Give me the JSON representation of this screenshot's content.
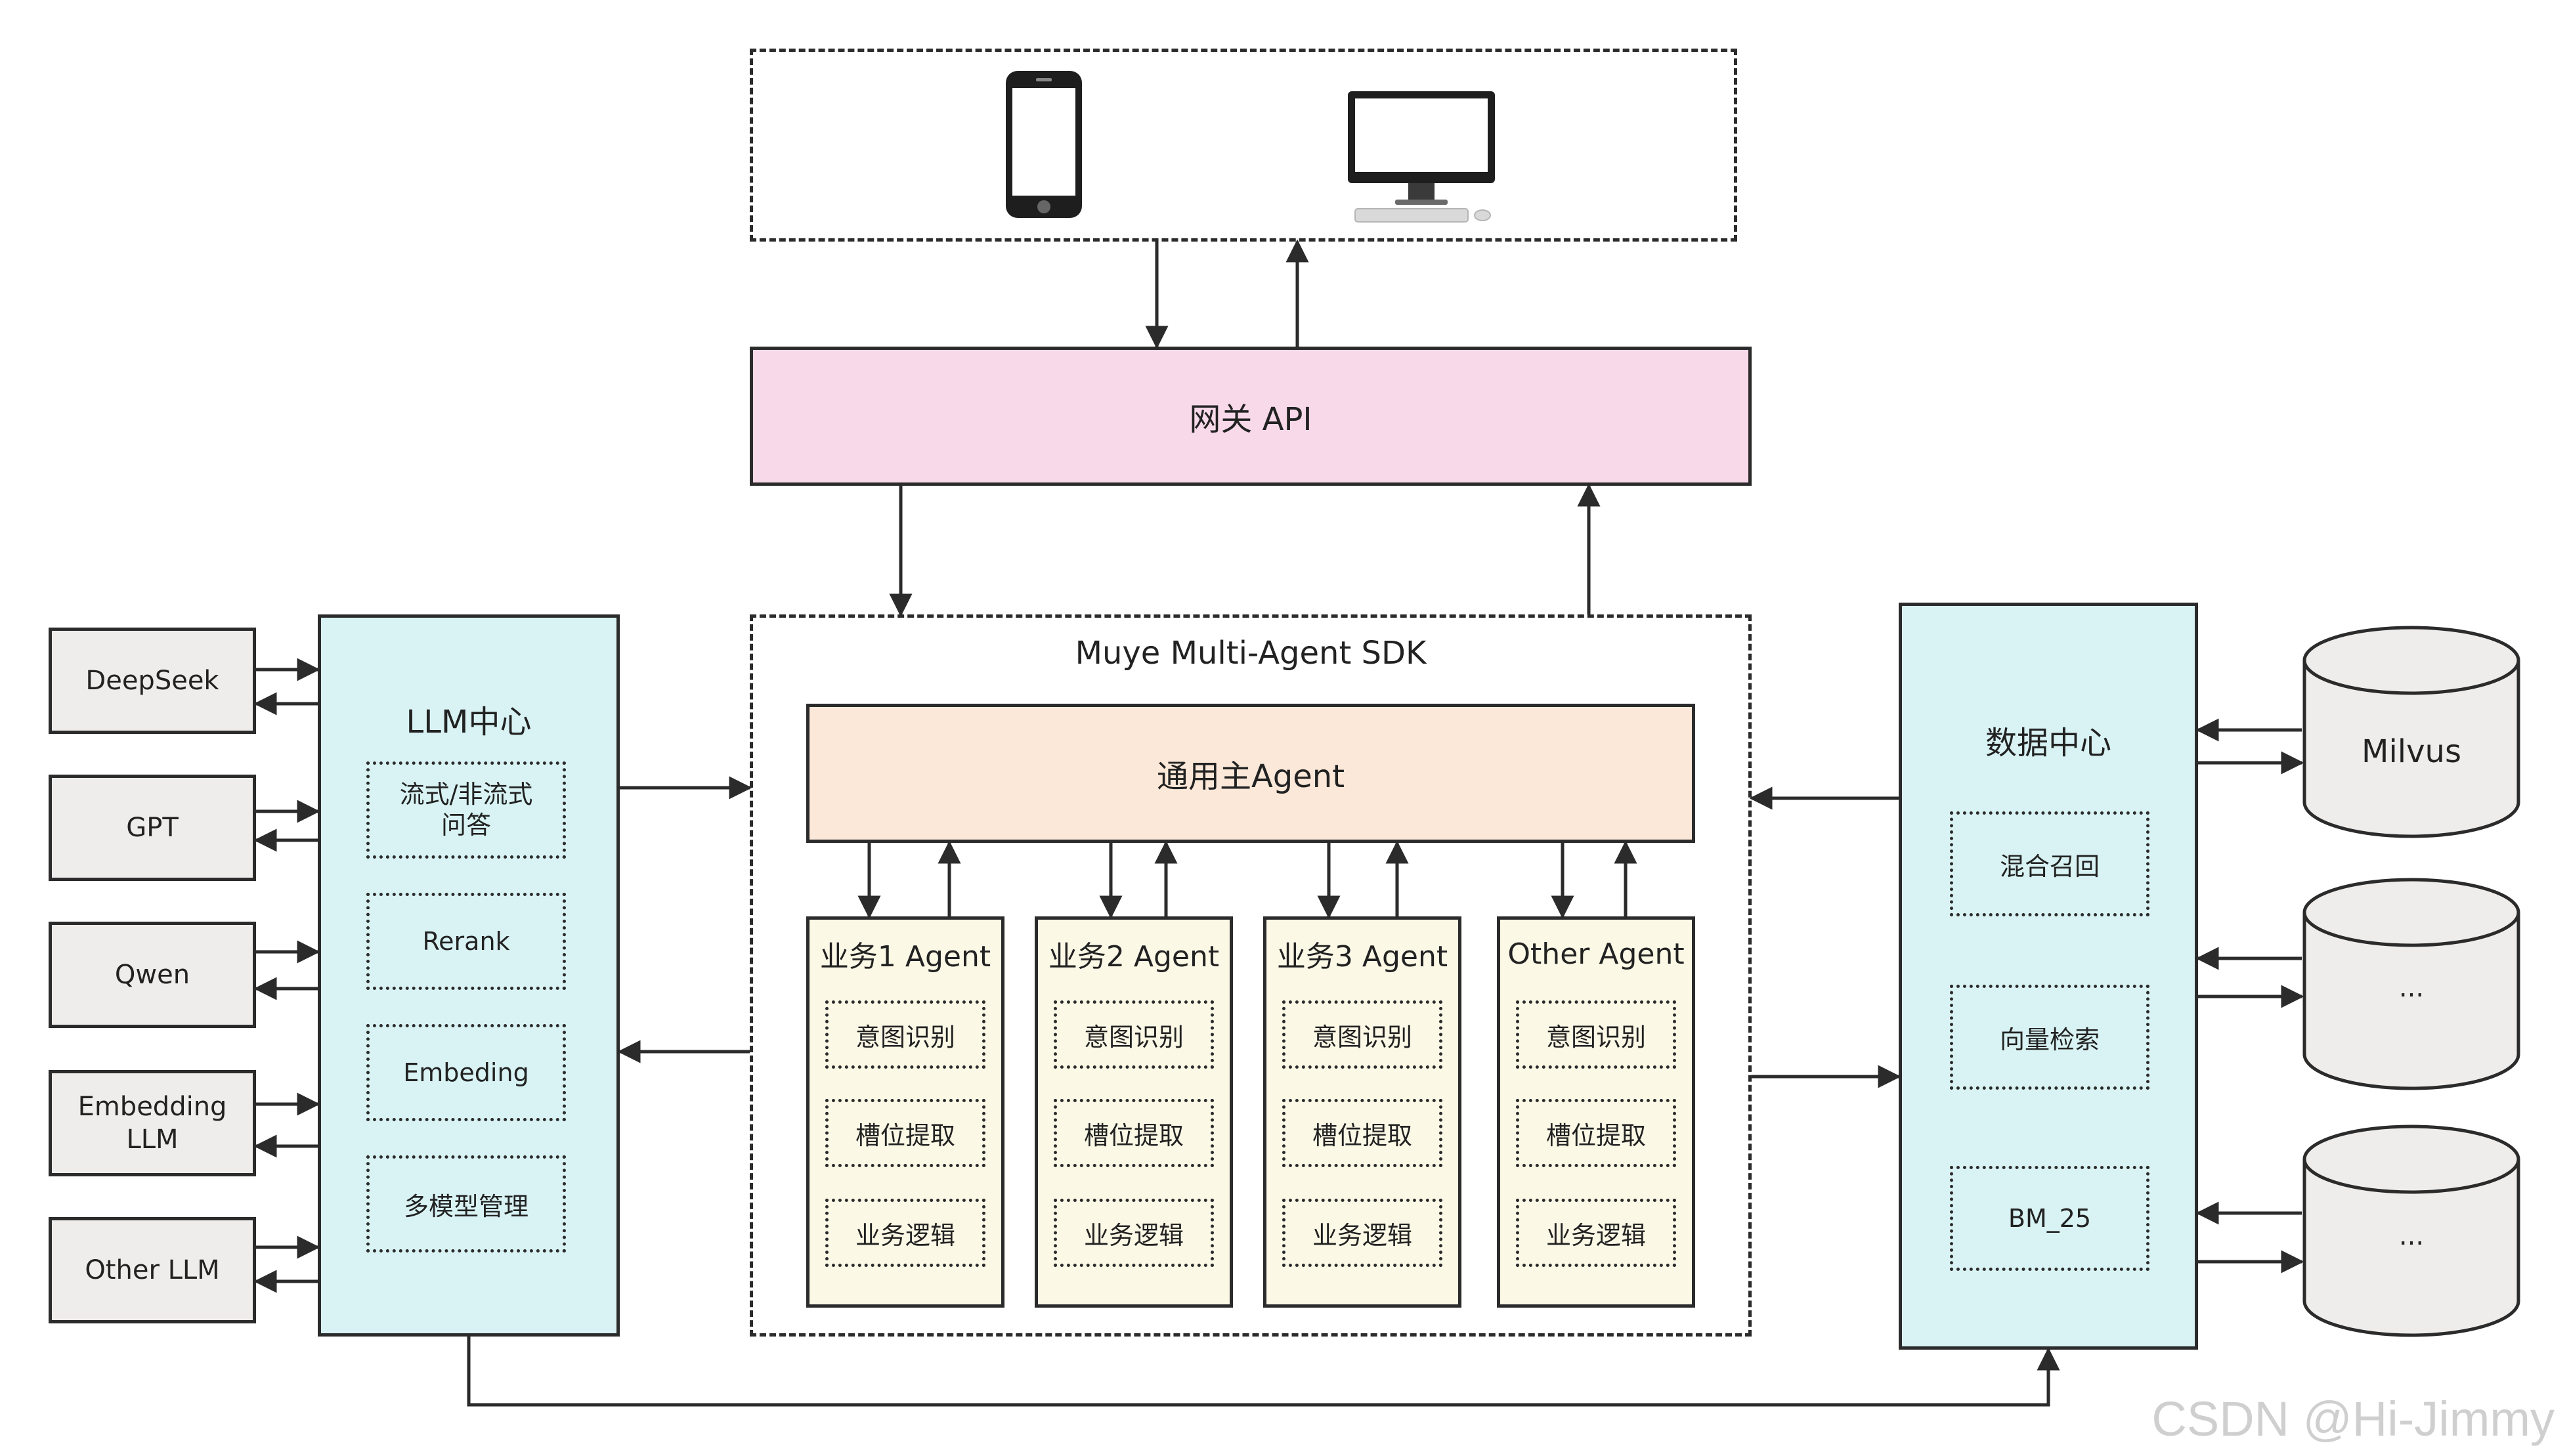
{
  "diagram": {
    "gateway": "网关 API",
    "sdk_title": "Muye Multi-Agent SDK",
    "main_agent": "通用主Agent",
    "llm_center": {
      "title": "LLM中心",
      "items": [
        "流式/非流式\n问答",
        "Rerank",
        "Embeding",
        "多模型管理"
      ]
    },
    "llm_providers": [
      "DeepSeek",
      "GPT",
      "Qwen",
      "Embedding\nLLM",
      "Other LLM"
    ],
    "agents": [
      {
        "title": "业务1 Agent",
        "items": [
          "意图识别",
          "槽位提取",
          "业务逻辑"
        ]
      },
      {
        "title": "业务2 Agent",
        "items": [
          "意图识别",
          "槽位提取",
          "业务逻辑"
        ]
      },
      {
        "title": "业务3 Agent",
        "items": [
          "意图识别",
          "槽位提取",
          "业务逻辑"
        ]
      },
      {
        "title": "Other Agent",
        "items": [
          "意图识别",
          "槽位提取",
          "业务逻辑"
        ]
      }
    ],
    "data_center": {
      "title": "数据中心",
      "items": [
        "混合召回",
        "向量检索",
        "BM_25"
      ]
    },
    "databases": [
      "Milvus",
      "...",
      "..."
    ],
    "devices": [
      "smartphone-icon",
      "desktop-computer-icon"
    ]
  },
  "watermark": "CSDN @Hi-Jimmy",
  "colors": {
    "gateway": "#f8d9ea",
    "main_agent": "#fbe8d8",
    "center": "#d9f3f4",
    "agent": "#fbf8e6",
    "provider": "#efedec"
  }
}
